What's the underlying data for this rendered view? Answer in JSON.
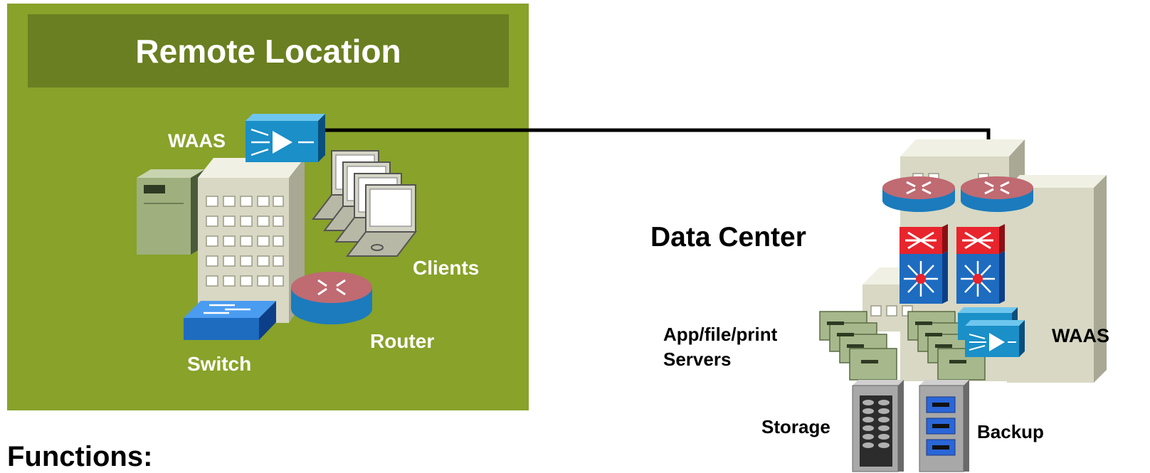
{
  "remote": {
    "title": "Remote Location",
    "waas_label": "WAAS",
    "clients_label": "Clients",
    "router_label": "Router",
    "switch_label": "Switch"
  },
  "datacenter": {
    "title": "Data Center",
    "servers_label_line1": "App/file/print",
    "servers_label_line2": "Servers",
    "waas_label": "WAAS",
    "storage_label": "Storage",
    "backup_label": "Backup"
  },
  "footer": {
    "text": "Functions:"
  },
  "colors": {
    "remote_panel": "#88a22a",
    "remote_header": "#6a7f21",
    "waas_blue": "#1a8fc8",
    "router_red": "#b8565e",
    "router_blue": "#1b7bbd",
    "switch_blue": "#1d6cc0",
    "building_gray": "#d8d8c2",
    "server_green": "#a6b88c"
  }
}
